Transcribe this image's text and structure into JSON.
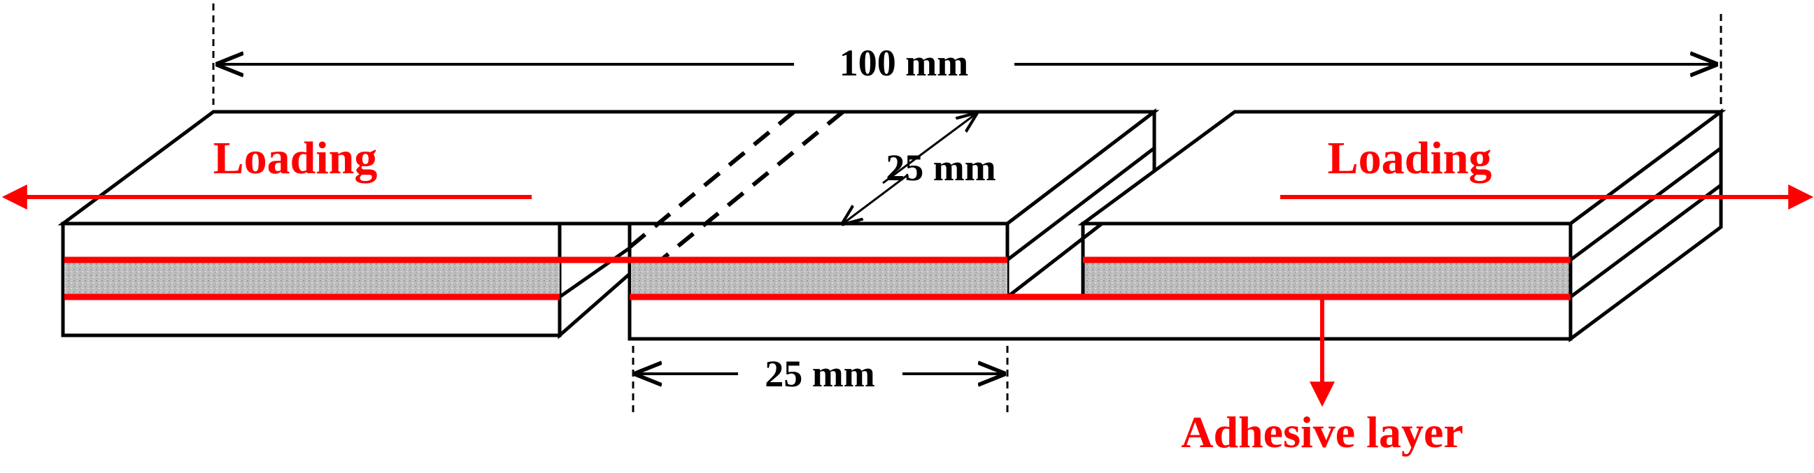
{
  "labels": {
    "overall_length": "100 mm",
    "width": "25 mm",
    "overlap_length": "25 mm",
    "loading_left": "Loading",
    "loading_right": "Loading",
    "adhesive_layer": "Adhesive layer"
  },
  "colors": {
    "load": "#ff0000",
    "outline": "#000000",
    "adhesive": "#b8b8b8",
    "background": "#ffffff"
  }
}
